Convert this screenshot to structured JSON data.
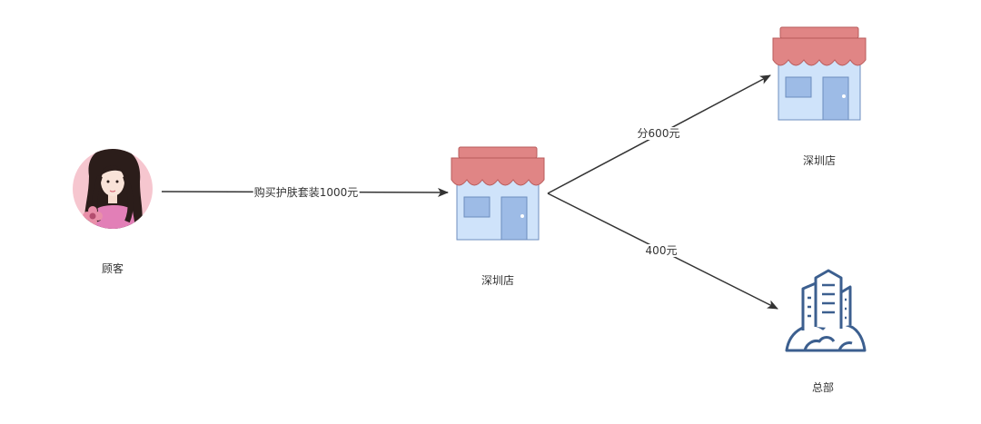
{
  "nodes": {
    "customer": {
      "label": "顾客",
      "icon": "customer-avatar-icon"
    },
    "shenzhen_store": {
      "label": "深圳店",
      "icon": "store-icon"
    },
    "branch_store": {
      "label": "深圳店",
      "icon": "store-icon"
    },
    "headquarters": {
      "label": "总部",
      "icon": "office-building-icon"
    }
  },
  "edges": {
    "purchase": {
      "label": "购买护肤套装1000元"
    },
    "branch_share": {
      "label": "分600元"
    },
    "hq_share": {
      "label": "400元"
    }
  },
  "colors": {
    "arrow": "#333333",
    "awning": "#e08585",
    "awning_dark": "#b85c5c",
    "store_wall": "#cfe3fa",
    "store_outline": "#6c8ebf",
    "building": "#3c5f8f",
    "avatar_bg": "#f6c6cf"
  }
}
